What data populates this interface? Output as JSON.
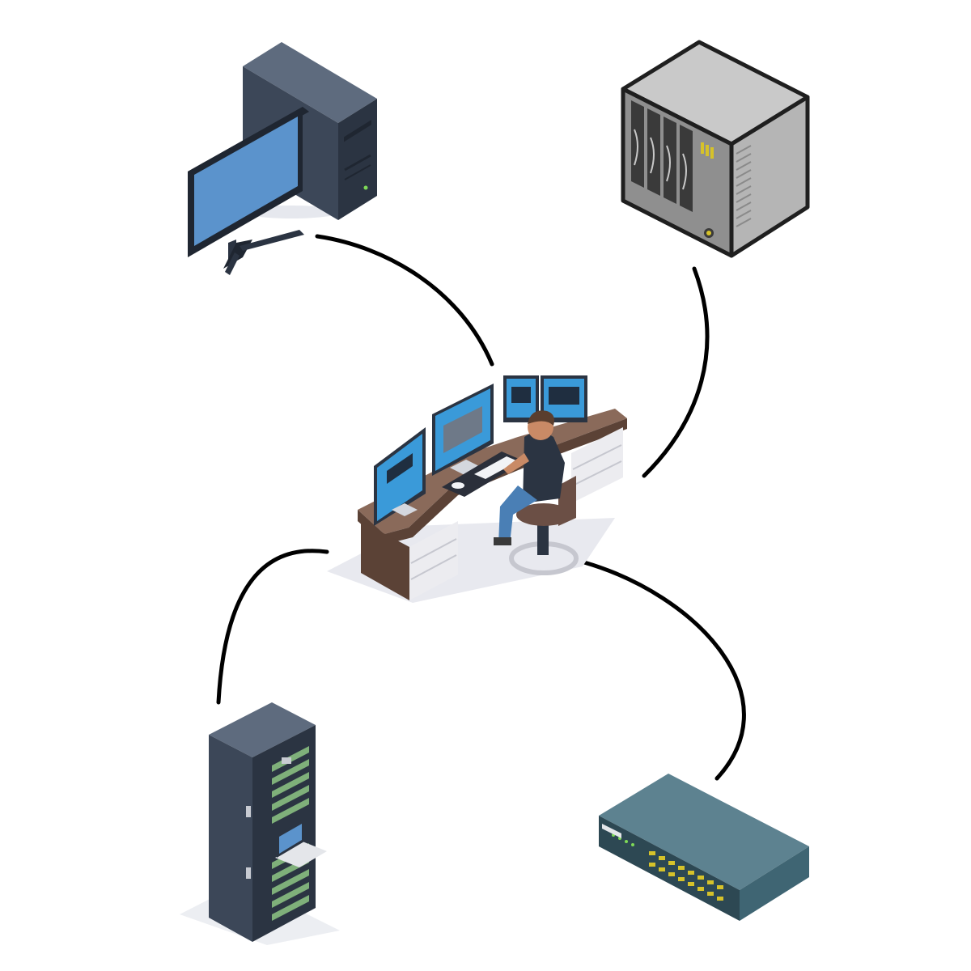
{
  "diagram": {
    "nodes": [
      {
        "id": "workstation",
        "icon": "desktop-computer-icon"
      },
      {
        "id": "nas",
        "icon": "nas-storage-icon"
      },
      {
        "id": "operator",
        "icon": "operator-workstation-icon"
      },
      {
        "id": "server-rack",
        "icon": "server-rack-icon"
      },
      {
        "id": "switch",
        "icon": "network-switch-icon"
      }
    ],
    "edges": [
      {
        "from": "workstation",
        "to": "operator"
      },
      {
        "from": "nas",
        "to": "operator"
      },
      {
        "from": "server-rack",
        "to": "operator"
      },
      {
        "from": "switch",
        "to": "operator"
      }
    ],
    "colors": {
      "link": "#000000",
      "device_dark": "#2f3a4a",
      "screen": "#5b93cc",
      "desk_top": "#8a6a5a",
      "switch_body": "#3f6573"
    }
  }
}
